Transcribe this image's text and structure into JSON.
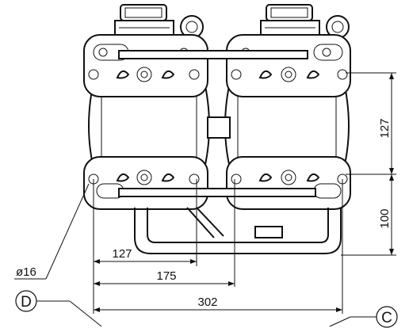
{
  "dimensions": {
    "vertical_upper": "127",
    "vertical_lower": "100",
    "horizontal_1": "127",
    "horizontal_2": "175",
    "horizontal_3": "302",
    "hole_diameter": "ø16"
  },
  "callouts": {
    "left": "D",
    "right": "C"
  }
}
